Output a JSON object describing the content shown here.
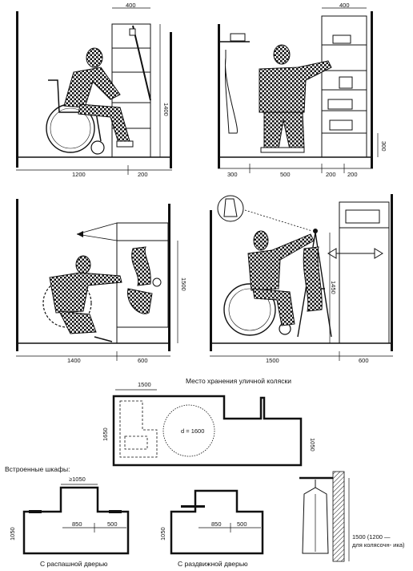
{
  "panels": {
    "p1": {
      "dims": {
        "top": "400",
        "height": "1400",
        "bottom_left": "1200",
        "bottom_right": "200"
      }
    },
    "p2": {
      "dims": {
        "top": "400",
        "right": "300",
        "bottom_a": "300",
        "bottom_b": "500",
        "bottom_c": "200",
        "bottom_d": "200"
      }
    },
    "p3": {
      "dims": {
        "height": "1500",
        "bottom_left": "1400",
        "bottom_right": "600"
      }
    },
    "p4": {
      "dims": {
        "height": "1450",
        "bottom_left": "1500",
        "bottom_right": "600"
      }
    }
  },
  "storage": {
    "title": "Место хранения уличной коляски",
    "width_label": "1500",
    "left_label": "1650",
    "right_label": "1050",
    "circle_label": "d = 1600"
  },
  "builtin": {
    "title": "Встроенные шкафы:",
    "top_label": "≥1050",
    "left": {
      "caption": "С распашной дверью",
      "side": "1050",
      "a": "850",
      "b": "500"
    },
    "right": {
      "caption": "С раздвижной дверью",
      "side": "1050",
      "a": "850",
      "b": "500"
    },
    "hanger": {
      "label_line1": "1500 (1200 —",
      "label_line2": "для колясочн- ика)"
    }
  }
}
